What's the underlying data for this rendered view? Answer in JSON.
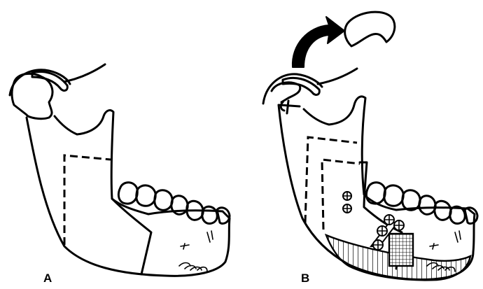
{
  "figure": {
    "panels": [
      {
        "id": "A",
        "label": "A"
      },
      {
        "id": "B",
        "label": "B"
      }
    ]
  },
  "colors": {
    "ink": "#000000",
    "background": "#ffffff"
  }
}
